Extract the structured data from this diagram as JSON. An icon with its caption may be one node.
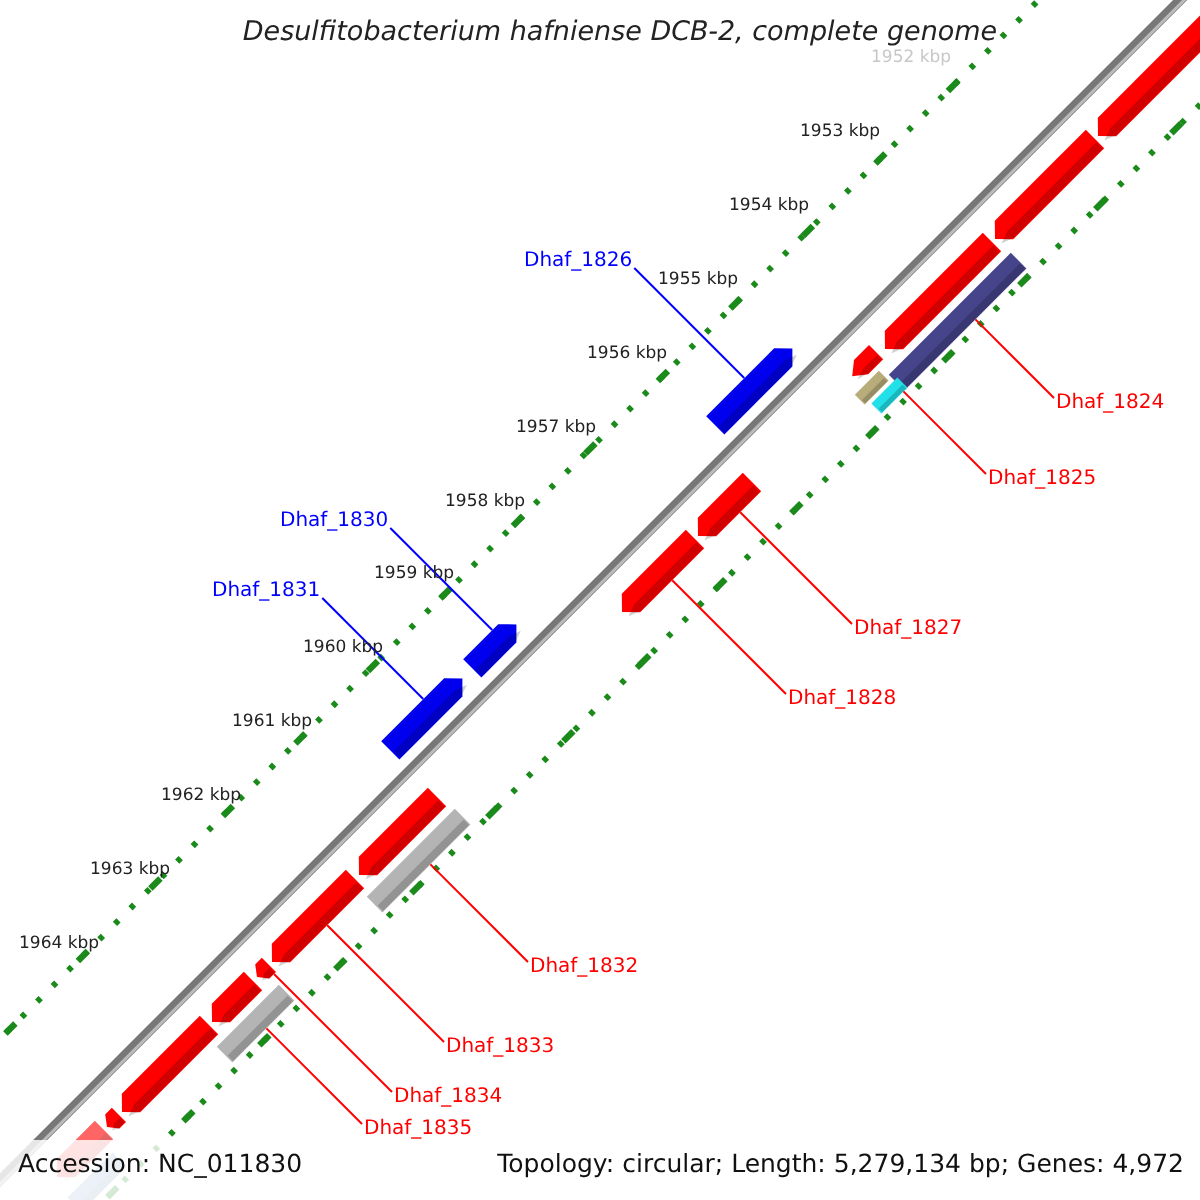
{
  "diagram": {
    "title": "Desulfitobacterium hafniense DCB-2, complete genome",
    "nodes": [
      {
        "text": [
          "Dhaf_1826"
        ]
      },
      {
        "text": [
          "Dhaf_1824"
        ]
      },
      {
        "text": [
          "Dhaf_1825"
        ]
      },
      {
        "text": [
          "Dhaf_1830"
        ]
      },
      {
        "text": [
          "Dhaf_1831"
        ]
      },
      {
        "text": [
          "Dhaf_1827"
        ]
      },
      {
        "text": [
          "Dhaf_1828"
        ]
      },
      {
        "text": [
          "Dhaf_1832"
        ]
      },
      {
        "text": [
          "Dhaf_1833"
        ]
      },
      {
        "text": [
          "Dhaf_1834"
        ]
      },
      {
        "text": [
          "Dhaf_1835"
        ]
      },
      {
        "text": [],
        "shape": "bar"
      },
      {
        "text": [],
        "shape": "bar"
      },
      {
        "text": [],
        "shape": "arrow"
      },
      {
        "text": [],
        "shape": "arrow"
      },
      {
        "text": [],
        "shape": "arrow"
      },
      {
        "text": [],
        "shape": "arrow"
      },
      {
        "text": [],
        "shape": "arrow"
      },
      {
        "text": [],
        "shape": "bar"
      },
      {
        "text": [],
        "shape": "arrow"
      },
      {
        "text": [],
        "shape": "arrow"
      },
      {
        "text": [],
        "shape": "bar"
      },
      {
        "text": [],
        "shape": "arrow"
      },
      {
        "text": [],
        "shape": "arrow"
      },
      {
        "text": [],
        "shape": "arrow"
      },
      {
        "text": [],
        "shape": "arrow"
      },
      {
        "text": [],
        "shape": "bar"
      },
      {
        "text": [],
        "shape": "arrow"
      },
      {
        "text": [],
        "shape": "arrow"
      },
      {
        "text": [],
        "shape": "arrow"
      },
      {
        "text": [],
        "shape": "arrow"
      },
      {
        "text": [],
        "shape": "arrow"
      },
      {
        "text": [],
        "shape": "bar"
      }
    ],
    "edges": [
      {
        "from": 0,
        "to": 13,
        "arrow": "none",
        "color": "#0000ff"
      },
      {
        "from": 1,
        "to": 11,
        "arrow": "none"
      },
      {
        "from": 2,
        "to": 12,
        "arrow": "none"
      },
      {
        "from": 3,
        "to": 16,
        "arrow": "none",
        "color": "#0000ff"
      },
      {
        "from": 4,
        "to": 17,
        "arrow": "none",
        "color": "#0000ff"
      },
      {
        "from": 5,
        "to": 14,
        "arrow": "none"
      },
      {
        "from": 6,
        "to": 15,
        "arrow": "none"
      },
      {
        "from": 7,
        "to": 18,
        "arrow": "none"
      },
      {
        "from": 8,
        "to": 19,
        "arrow": "none"
      },
      {
        "from": 9,
        "to": 20,
        "arrow": "none"
      },
      {
        "from": 10,
        "to": 21,
        "arrow": "none"
      }
    ],
    "labels": [
      "1952 kbp",
      "1953 kbp",
      "1954 kbp",
      "1955 kbp",
      "1956 kbp",
      "1957 kbp",
      "1958 kbp",
      "1959 kbp",
      "1960 kbp",
      "1961 kbp",
      "1962 kbp",
      "1963 kbp",
      "1964 kbp",
      "Accession: NC_011830",
      "Topology: circular; Length: 5,279,134 bp; Genes: 4,972"
    ]
  }
}
